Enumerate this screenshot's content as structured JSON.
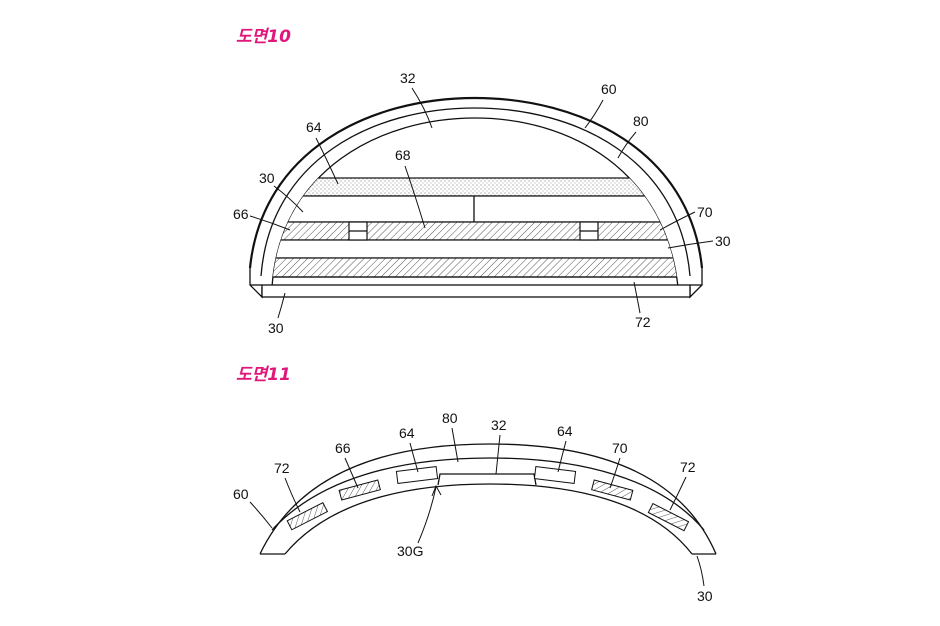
{
  "figure10": {
    "title": "도면10",
    "labels": {
      "l32": "32",
      "l60": "60",
      "l80": "80",
      "l64": "64",
      "l68": "68",
      "l30a": "30",
      "l66": "66",
      "l70": "70",
      "l30b": "30",
      "l30c": "30",
      "l72": "72"
    }
  },
  "figure11": {
    "title": "도면11",
    "labels": {
      "l80": "80",
      "l32": "32",
      "l64a": "64",
      "l64b": "64",
      "l66": "66",
      "l70": "70",
      "l72a": "72",
      "l72b": "72",
      "l60": "60",
      "l30g": "30G",
      "l30": "30"
    }
  },
  "colors": {
    "title": "#e0167a",
    "line": "#111111"
  }
}
